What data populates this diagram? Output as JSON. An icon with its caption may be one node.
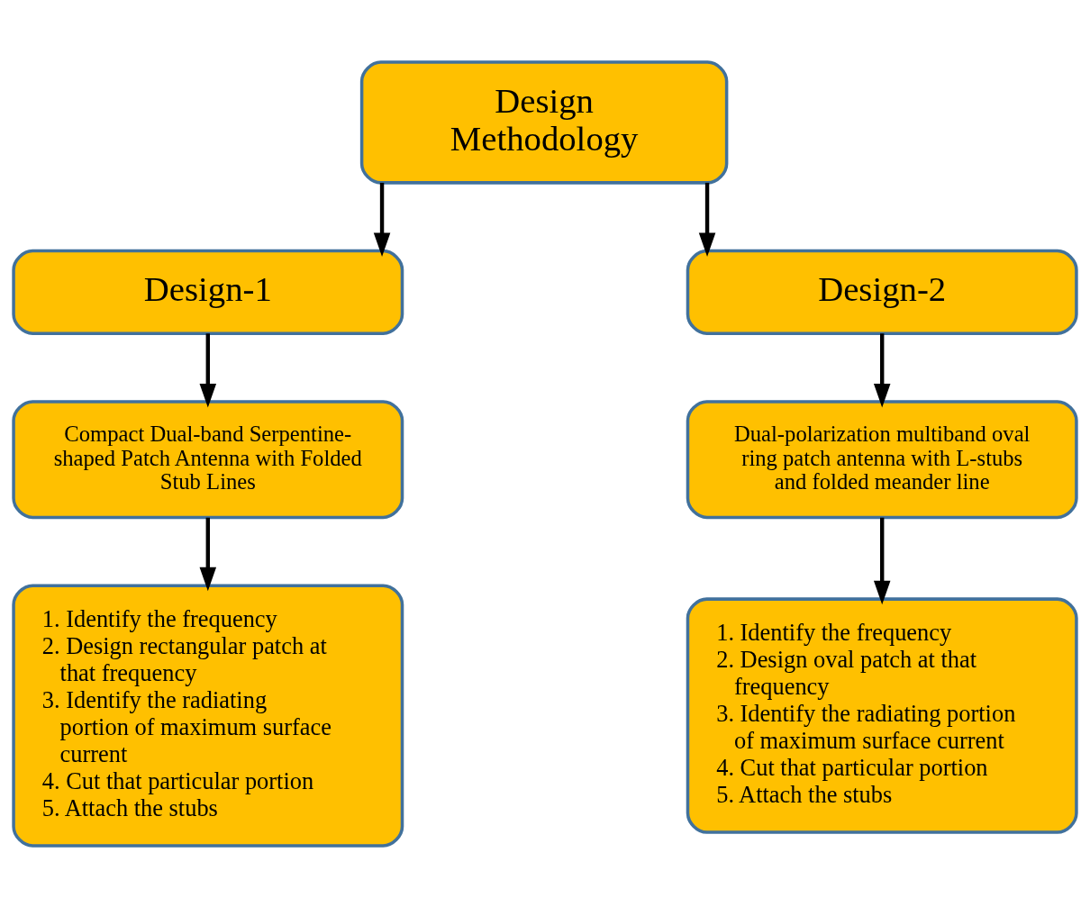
{
  "diagram": {
    "nodes": [
      {
        "text": [
          "Design Methodology"
        ]
      },
      {
        "text": [
          "Design-1"
        ]
      },
      {
        "text": [
          "Design-2"
        ]
      },
      {
        "text": [
          "Compact Dual-band Serpentine-shaped Patch Antenna with Folded Stub Lines"
        ]
      },
      {
        "text": [
          "Dual-polarization multiband oval ring patch antenna with L-stubs and folded meander line"
        ]
      },
      {
        "text": [
          "1. Identify the frequency",
          "2. Design rectangular patch at that frequency",
          "3. Identify the radiating portion of maximum surface current",
          "4. Cut that particular portion",
          "5. Attach the stubs"
        ]
      },
      {
        "text": [
          "1. Identify the frequency",
          "2. Design oval patch at that frequency",
          "3. Identify the radiating portion of maximum surface current",
          "4. Cut that particular portion",
          "5. Attach the stubs"
        ]
      }
    ],
    "edges": [
      {
        "from": 0,
        "to": 1,
        "arrow": "to"
      },
      {
        "from": 0,
        "to": 2,
        "arrow": "to"
      },
      {
        "from": 1,
        "to": 3,
        "arrow": "to"
      },
      {
        "from": 3,
        "to": 5,
        "arrow": "to"
      },
      {
        "from": 2,
        "to": 4,
        "arrow": "to"
      },
      {
        "from": 4,
        "to": 6,
        "arrow": "to"
      }
    ]
  }
}
